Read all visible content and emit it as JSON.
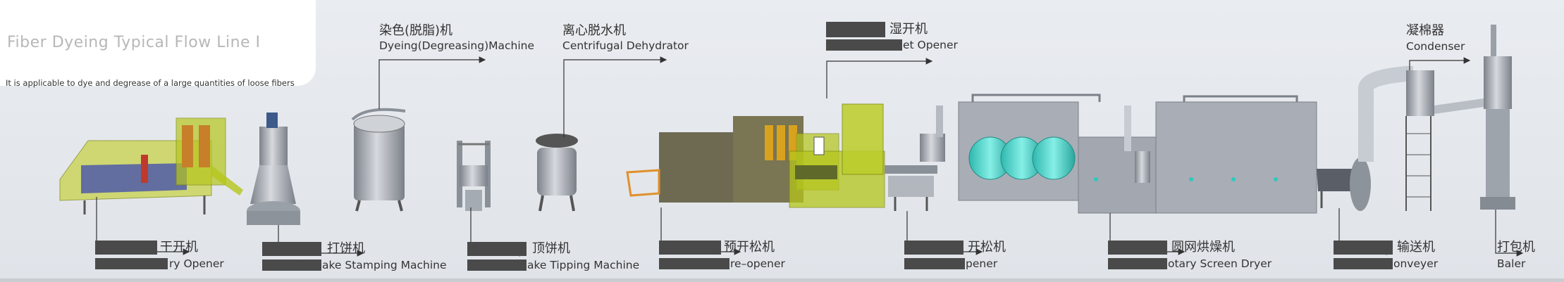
{
  "header": {
    "title": "Fiber Dyeing Typical Flow Line Ⅰ",
    "subtitle": "It is applicable to dye and degrease of a large quantities of loose fibers"
  },
  "colors": {
    "frame_green": "#b5c61c",
    "machine_grey": "#a9adb6",
    "tank_teal": "#52d6cc",
    "label_mask": "#4a4a4a",
    "pipe_silver": "#c7ccd3"
  },
  "top_labels": [
    {
      "cn": "染色(脱脂)机",
      "en": "Dyeing(Degreasing)Machine"
    },
    {
      "cn": "离心脱水机",
      "en": "Centrifugal Dehydrator"
    },
    {
      "cn": "湿开机",
      "en": "et Opener"
    },
    {
      "cn": "凝棉器",
      "en": "Condenser"
    }
  ],
  "bottom_labels": [
    {
      "cn": "干开机",
      "en": "ry Opener"
    },
    {
      "cn": "打饼机",
      "en": "ake Stamping Machine"
    },
    {
      "cn": "顶饼机",
      "en": "ake Tipping Machine"
    },
    {
      "cn": "预开松机",
      "en": "re–opener"
    },
    {
      "cn": "开松机",
      "en": "pener"
    },
    {
      "cn": "圆网烘燥机",
      "en": "otary Screen Dryer"
    },
    {
      "cn": "输送机",
      "en": "onveyer"
    },
    {
      "cn": "打包机",
      "en": "Baler"
    }
  ]
}
